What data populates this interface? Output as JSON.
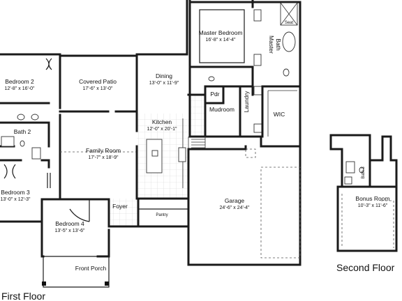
{
  "floors": {
    "first": "First Floor",
    "second": "Second Floor"
  },
  "rooms": {
    "bedroom2": {
      "name": "Bedroom 2",
      "dim": "12'-8\" x 16'-0\""
    },
    "covered_patio": {
      "name": "Covered Patio",
      "dim": "17'-6\" x 13'-0\""
    },
    "dining": {
      "name": "Dining",
      "dim": "13'-0\" x 11'-9\""
    },
    "master_bedroom": {
      "name": "Master Bedroom",
      "dim": "16'-8\" x 14'-4\""
    },
    "master_bath": {
      "name1": "Master",
      "name2": "Bath"
    },
    "seat": "Seat",
    "pdr": "Pdr",
    "laundry": "Laundry",
    "mudroom": "Mudroom",
    "wic": "WIC",
    "bath2": "Bath 2",
    "kitchen": {
      "name": "Kitchen",
      "dim": "12'-0\" x 20'-1\""
    },
    "family_room": {
      "name": "Family Room",
      "dim": "17'-7\" x 18'-9\""
    },
    "bedroom3": {
      "name": "Bedroom 3",
      "dim": "13'-0\" x 12'-3\""
    },
    "bedroom4": {
      "name": "Bedroom 4",
      "dim": "13'-5\" x 13'-6\""
    },
    "foyer": "Foyer",
    "pantry": "Pantry",
    "garage": {
      "name": "Garage",
      "dim": "24'-6\" x 24'-4\""
    },
    "front_porch": "Front Porch",
    "bath3": "Bath 3",
    "bonus_room": {
      "name": "Bonus Room",
      "dim": "10'-3\" x 11'-6\""
    }
  }
}
